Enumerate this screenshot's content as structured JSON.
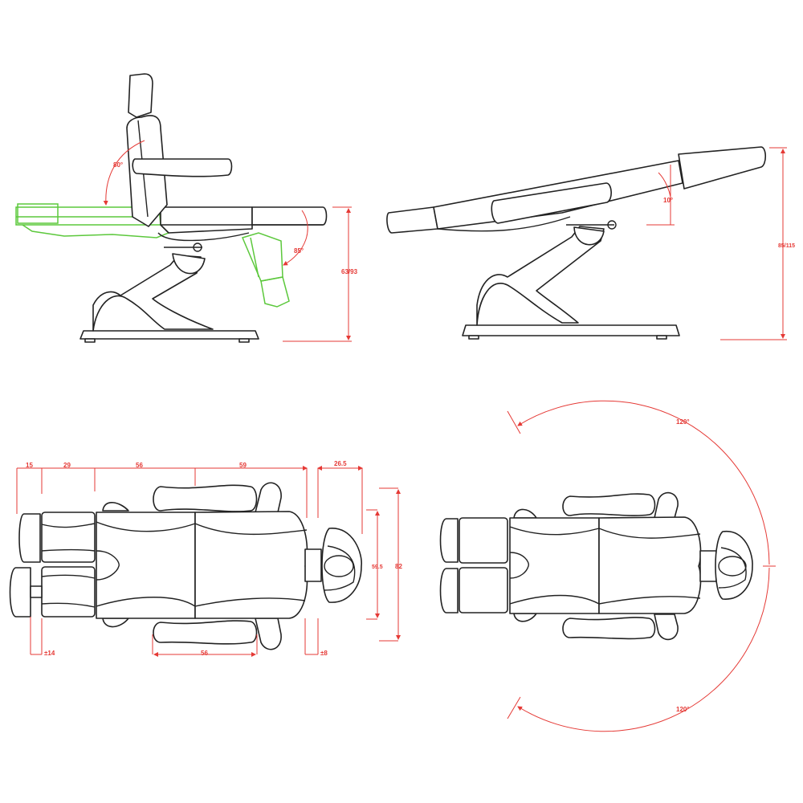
{
  "side_view_upright": {
    "backrest_angle": "80°",
    "legrest_angle": "85°",
    "seat_height": "63/93"
  },
  "side_view_reclined": {
    "tilt_angle": "10°",
    "height": "85/115"
  },
  "top_view_dimensions": {
    "leg_end": "15",
    "leg_section": "29",
    "seat_section": "56",
    "back_section": "59",
    "headrest": "26.5",
    "inner_width": "59.5",
    "total_width": "82",
    "leg_adjust": "±14",
    "armrest_length": "56",
    "headrest_adjust": "±8"
  },
  "top_view_rotation": {
    "rotation_top": "120°",
    "rotation_bottom": "120°"
  },
  "colors": {
    "outline": "#222222",
    "dimension": "#e53935",
    "alternate_position": "#5cc83c"
  }
}
